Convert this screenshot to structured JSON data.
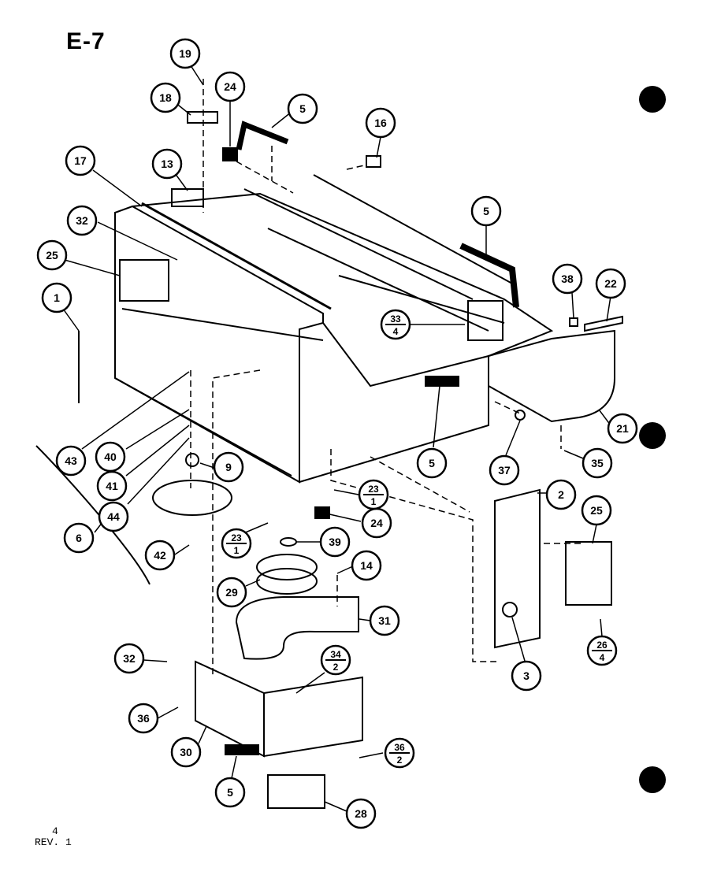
{
  "page": {
    "title": "E-7",
    "footer_page": "4",
    "footer_rev": "REV. 1"
  },
  "callouts": [
    {
      "id": "c19",
      "label": "19"
    },
    {
      "id": "c18",
      "label": "18"
    },
    {
      "id": "c24a",
      "label": "24"
    },
    {
      "id": "c5a",
      "label": "5"
    },
    {
      "id": "c16",
      "label": "16"
    },
    {
      "id": "c17",
      "label": "17"
    },
    {
      "id": "c13",
      "label": "13"
    },
    {
      "id": "c32a",
      "label": "32"
    },
    {
      "id": "c25a",
      "label": "25"
    },
    {
      "id": "c1",
      "label": "1"
    },
    {
      "id": "c5b",
      "label": "5"
    },
    {
      "id": "c38",
      "label": "38"
    },
    {
      "id": "c22",
      "label": "22"
    },
    {
      "id": "c21",
      "label": "21"
    },
    {
      "id": "c43",
      "label": "43"
    },
    {
      "id": "c40",
      "label": "40"
    },
    {
      "id": "c41",
      "label": "41"
    },
    {
      "id": "c44",
      "label": "44"
    },
    {
      "id": "c9",
      "label": "9"
    },
    {
      "id": "c6",
      "label": "6"
    },
    {
      "id": "c42",
      "label": "42"
    },
    {
      "id": "c5c",
      "label": "5"
    },
    {
      "id": "c37",
      "label": "37"
    },
    {
      "id": "c35",
      "label": "35"
    },
    {
      "id": "c2",
      "label": "2"
    },
    {
      "id": "c25b",
      "label": "25"
    },
    {
      "id": "c24b",
      "label": "24"
    },
    {
      "id": "c39",
      "label": "39"
    },
    {
      "id": "c14",
      "label": "14"
    },
    {
      "id": "c29",
      "label": "29"
    },
    {
      "id": "c31",
      "label": "31"
    },
    {
      "id": "c3",
      "label": "3"
    },
    {
      "id": "c32b",
      "label": "32"
    },
    {
      "id": "c36a",
      "label": "36"
    },
    {
      "id": "c30",
      "label": "30"
    },
    {
      "id": "c5d",
      "label": "5"
    },
    {
      "id": "c28",
      "label": "28"
    }
  ],
  "fraction_callouts": [
    {
      "id": "f33",
      "top": "33",
      "bottom": "4"
    },
    {
      "id": "f23a",
      "top": "23",
      "bottom": "1"
    },
    {
      "id": "f23b",
      "top": "23",
      "bottom": "1"
    },
    {
      "id": "f26",
      "top": "26",
      "bottom": "4"
    },
    {
      "id": "f34",
      "top": "34",
      "bottom": "2"
    },
    {
      "id": "f36",
      "top": "36",
      "bottom": "2"
    }
  ]
}
